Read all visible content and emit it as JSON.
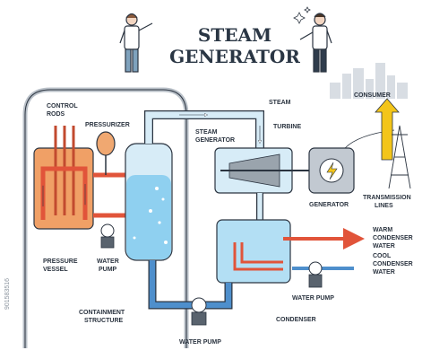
{
  "diagram": {
    "title": [
      "STEAM",
      "GENERATOR"
    ],
    "labels": {
      "control_rods": [
        "CONTROL",
        "RODS"
      ],
      "pressurizer": "PRESSURIZER",
      "steam": "STEAM",
      "steam_generator": [
        "STEAM",
        "GENERATOR"
      ],
      "turbine": "TURBINE",
      "consumer": "CONSUMER",
      "generator": "GENERATOR",
      "transmission_lines": [
        "TRANSMISSION",
        "LINES"
      ],
      "warm_condenser_water": [
        "WARM",
        "CONDENSER",
        "WATER"
      ],
      "cool_condenser_water": [
        "COOL",
        "CONDENSER",
        "WATER"
      ],
      "pressure_vessel": [
        "PRESSURE",
        "VESSEL"
      ],
      "water_pump_left": [
        "WATER",
        "PUMP"
      ],
      "water_pump_right": "WATER PUMP",
      "water_pump_bottom": "WATER PUMP",
      "containment_structure": [
        "CONTAINMENT",
        "STRUCTURE"
      ],
      "condenser": "CONDENSER"
    },
    "watermark": "901583516",
    "colors": {
      "outline": "#2b3440",
      "hot_water": "#e1543a",
      "core": "#f0a066",
      "pressurizer": "#f0a871",
      "steam_pipe": "#d7ecf7",
      "water": "#8fd0f0",
      "cold_pipe": "#4e8fcc",
      "condenser_blue": "#b3dff4",
      "arrow_yellow": "#f3c51a",
      "machine_gray": "#9aa4ad",
      "city": "#d8dde3"
    },
    "icons": [
      "person-left-icon",
      "person-right-icon",
      "pump-icon",
      "lightning-icon",
      "transmission-tower-icon",
      "city-skyline-icon"
    ]
  }
}
